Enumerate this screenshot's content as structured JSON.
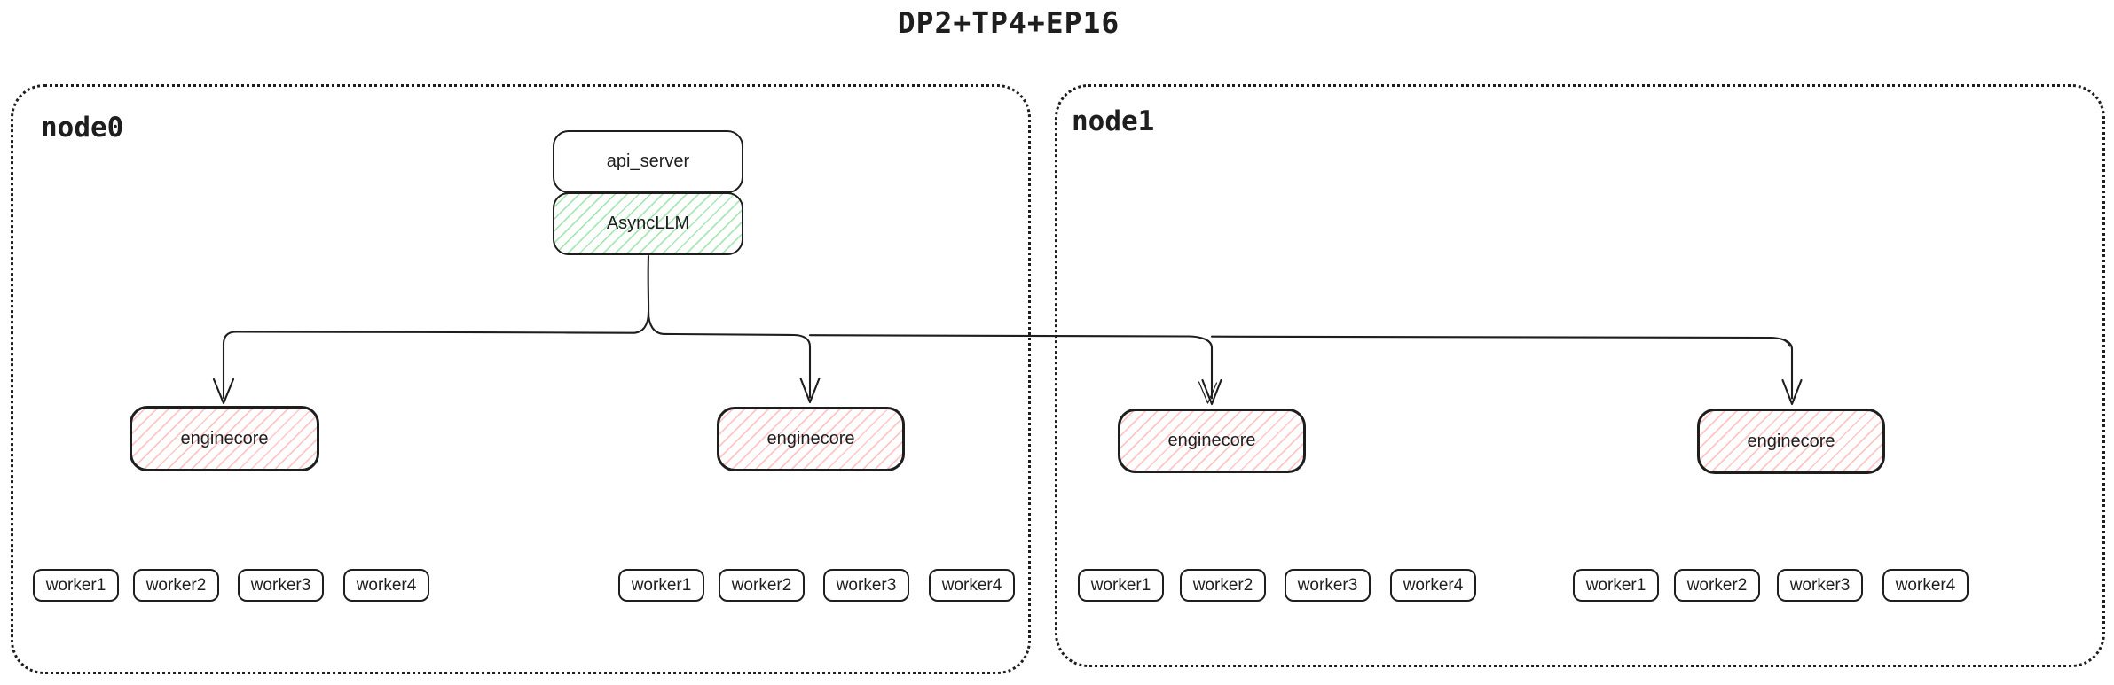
{
  "title": "DP2+TP4+EP16",
  "colors": {
    "stroke": "#1e1e1e",
    "green_hatch": "#a9e8b4",
    "red_hatch": "#ffc6c6",
    "background": "#ffffff"
  },
  "nodes": [
    {
      "label": "node0"
    },
    {
      "label": "node1"
    }
  ],
  "api_server": {
    "label": "api_server"
  },
  "async_llm": {
    "label": "AsyncLLM"
  },
  "enginecores": [
    {
      "label": "enginecore"
    },
    {
      "label": "enginecore"
    },
    {
      "label": "enginecore"
    },
    {
      "label": "enginecore"
    }
  ],
  "worker_groups": [
    {
      "workers": [
        "worker1",
        "worker2",
        "worker3",
        "worker4"
      ]
    },
    {
      "workers": [
        "worker1",
        "worker2",
        "worker3",
        "worker4"
      ]
    },
    {
      "workers": [
        "worker1",
        "worker2",
        "worker3",
        "worker4"
      ]
    },
    {
      "workers": [
        "worker1",
        "worker2",
        "worker3",
        "worker4"
      ]
    }
  ]
}
